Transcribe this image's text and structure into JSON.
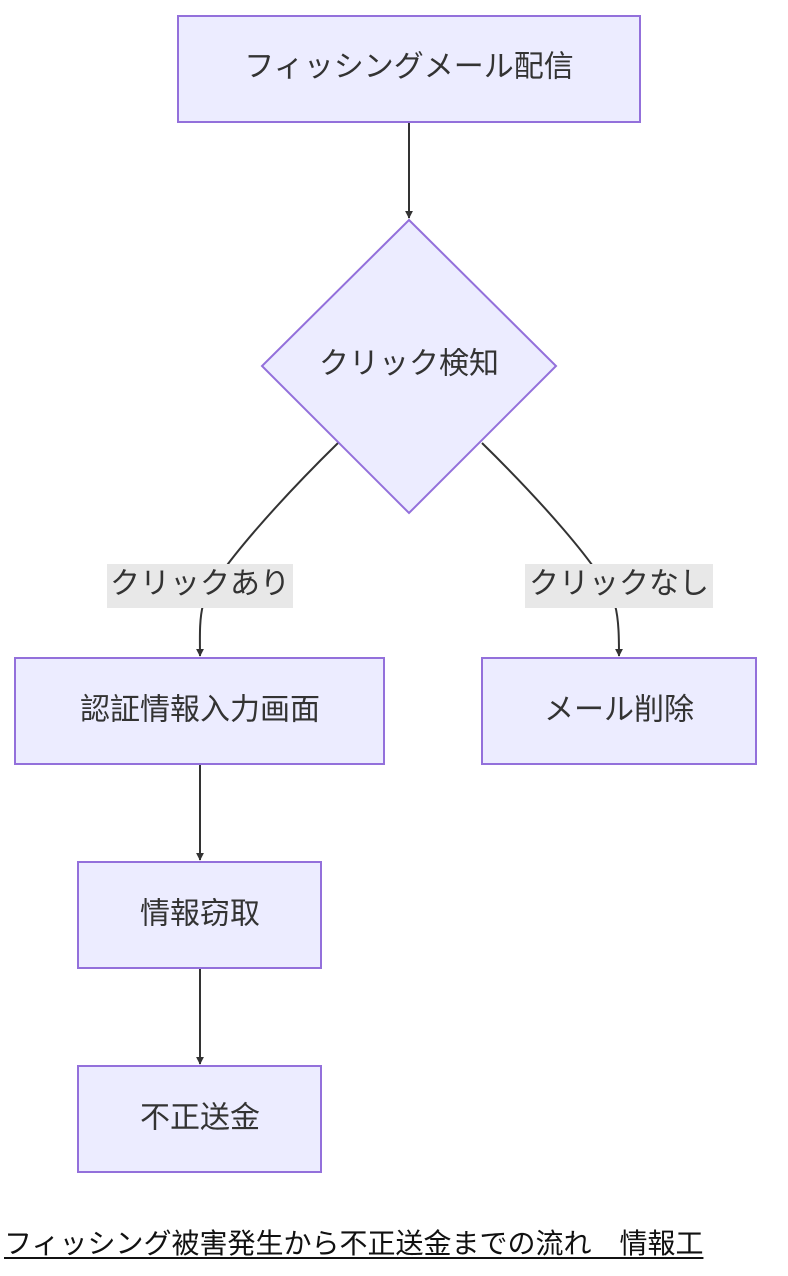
{
  "nodes": {
    "start": "フィッシングメール配信",
    "decision": "クリック検知",
    "auth": "認証情報入力画面",
    "delete": "メール削除",
    "steal": "情報窃取",
    "fraud": "不正送金"
  },
  "edges": {
    "yes_label": "クリックあり",
    "no_label": "クリックなし"
  },
  "caption": "フィッシング被害発生から不正送金までの流れ　情報工",
  "colors": {
    "node_fill": "#ececff",
    "node_stroke": "#9370db",
    "edge": "#333333",
    "edge_label_bg": "#e8e8e8",
    "text": "#333333"
  }
}
